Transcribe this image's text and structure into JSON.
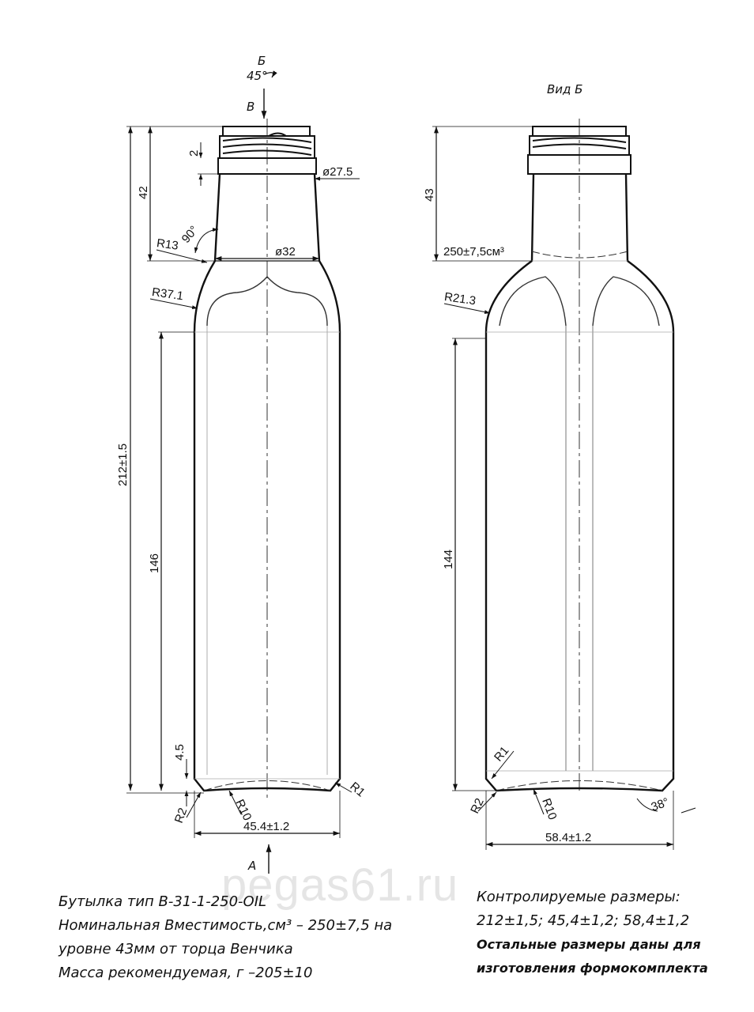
{
  "labels": {
    "section_b": "Б",
    "section_v": "В",
    "rot_angle": "45°",
    "arrow_a": "А",
    "view_b_title": "Вид Б"
  },
  "left_view": {
    "dim_total_height": "212±1.5",
    "dim_neck_height": "42",
    "dim_thread_step": "2",
    "dim_neck_diam": "ø27.5",
    "dim_shoulder_diam": "ø32",
    "dim_angle": "90°",
    "dim_r13": "R13",
    "dim_r37": "R37.1",
    "dim_body_height": "146",
    "dim_base_height": "4.5",
    "dim_r2": "R2",
    "dim_r10": "R10",
    "dim_r1": "R1",
    "dim_width": "45.4±1.2"
  },
  "right_view": {
    "dim_neck_height": "43",
    "dim_capacity": "250±7,5см³",
    "dim_r21": "R21.3",
    "dim_body_height": "144",
    "dim_r1": "R1",
    "dim_r2": "R2",
    "dim_r10": "R10",
    "dim_angle": "38°",
    "dim_width": "58.4±1.2"
  },
  "caption_left": [
    "Бутылка тип В-31-1-250-OIL",
    "Номинальная Вместимость,см³ – 250±7,5 на",
    "уровне 43мм от торца Венчика",
    "Масса рекомендуемая, г   –205±10"
  ],
  "caption_right": [
    "Контролируемые размеры:",
    "212±1,5;  45,4±1,2;  58,4±1,2",
    "Остальные размеры даны для",
    "изготовления формокомплекта"
  ],
  "watermark": "pegas61.ru",
  "colors": {
    "line": "#111111",
    "thin": "#555555",
    "watermark": "#cccccc"
  }
}
